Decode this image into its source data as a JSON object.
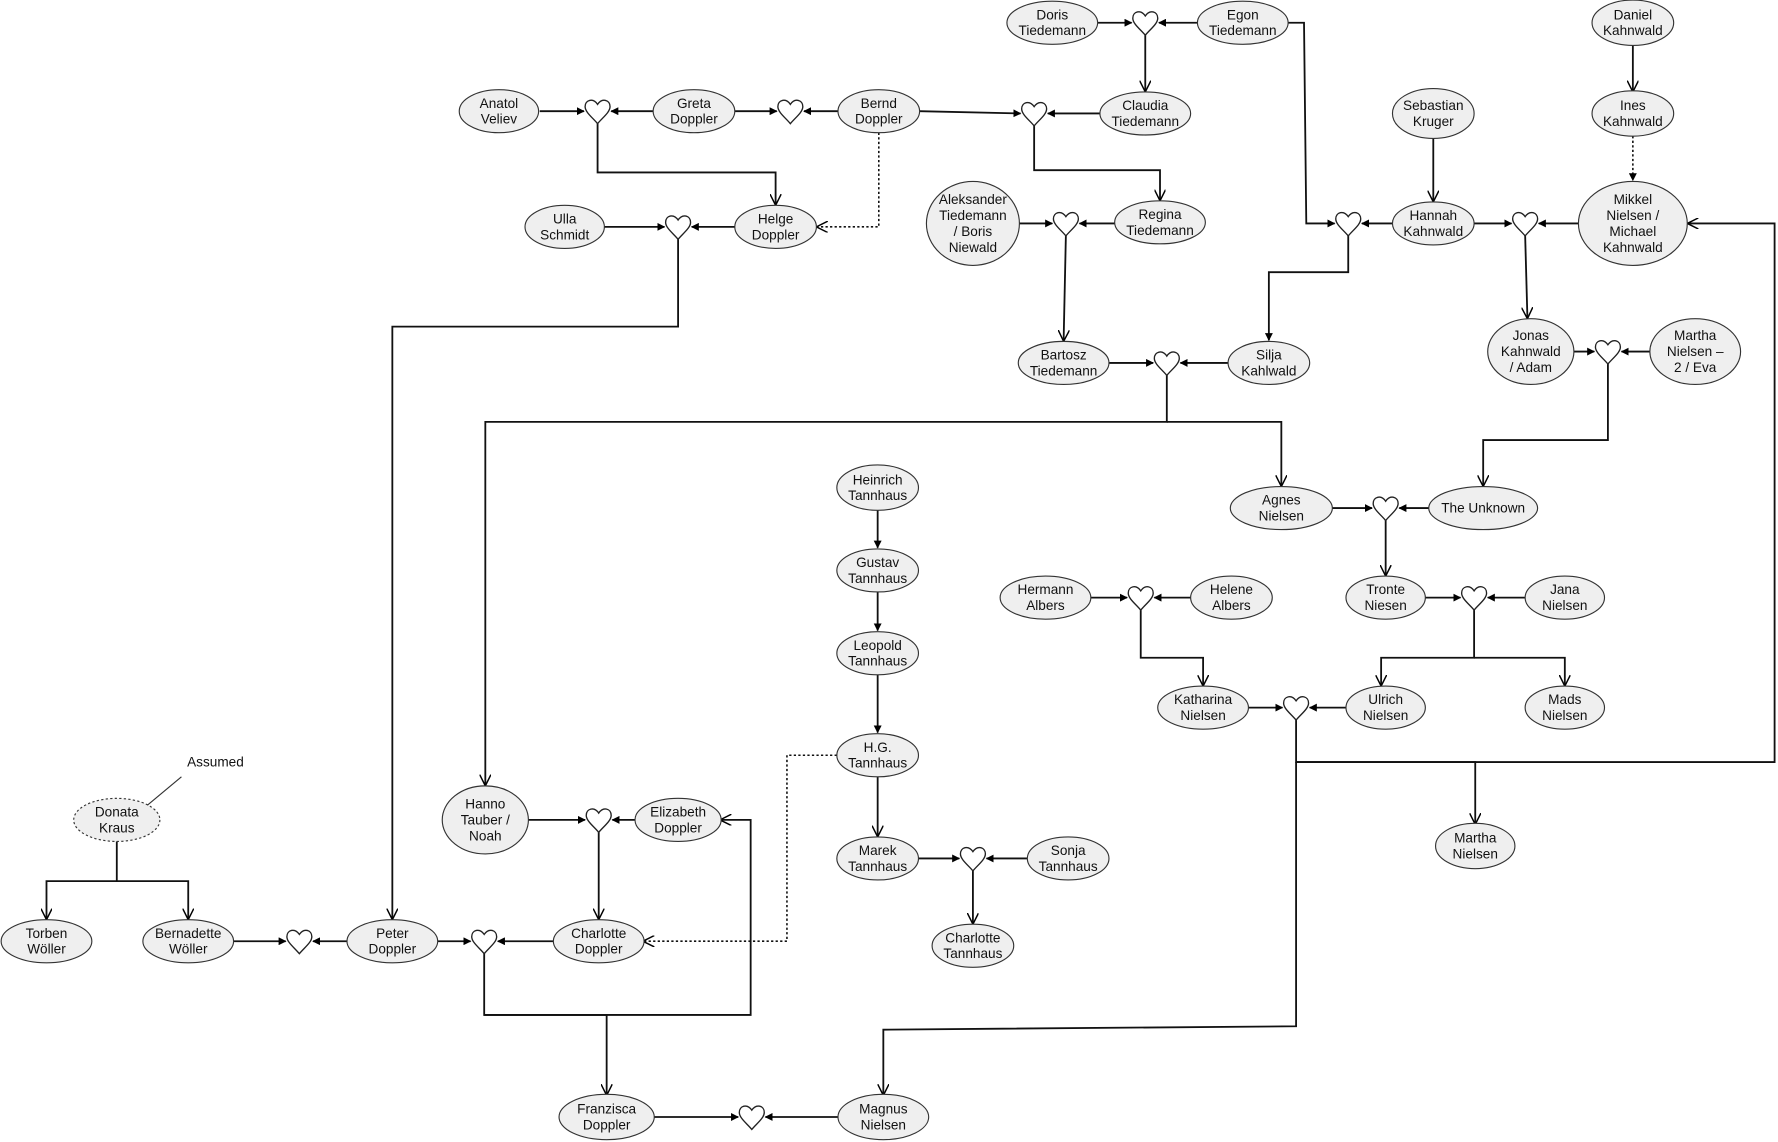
{
  "nodes": [
    {
      "id": "doris",
      "lines": [
        "Doris",
        "Tiedemann"
      ]
    },
    {
      "id": "egon",
      "lines": [
        "Egon",
        "Tiedemann"
      ]
    },
    {
      "id": "claudia",
      "lines": [
        "Claudia",
        "Tiedemann"
      ]
    },
    {
      "id": "anatol",
      "lines": [
        "Anatol",
        "Veliev"
      ]
    },
    {
      "id": "greta",
      "lines": [
        "Greta",
        "Doppler"
      ]
    },
    {
      "id": "bernd",
      "lines": [
        "Bernd",
        "Doppler"
      ]
    },
    {
      "id": "regina",
      "lines": [
        "Regina",
        "Tiedemann"
      ]
    },
    {
      "id": "aleksander",
      "lines": [
        "Aleksander",
        "Tiedemann",
        "/ Boris",
        "Niewald"
      ]
    },
    {
      "id": "ulla",
      "lines": [
        "Ulla",
        "Schmidt"
      ]
    },
    {
      "id": "helge",
      "lines": [
        "Helge",
        "Doppler"
      ]
    },
    {
      "id": "sebastian",
      "lines": [
        "Sebastian",
        "Kruger"
      ]
    },
    {
      "id": "hannah",
      "lines": [
        "Hannah",
        "Kahnwald"
      ]
    },
    {
      "id": "daniel",
      "lines": [
        "Daniel",
        "Kahnwald"
      ]
    },
    {
      "id": "ines",
      "lines": [
        "Ines",
        "Kahnwald"
      ]
    },
    {
      "id": "mikkel",
      "lines": [
        "Mikkel",
        "Nielsen /",
        "Michael",
        "Kahnwald"
      ]
    },
    {
      "id": "jonas",
      "lines": [
        "Jonas",
        "Kahnwald",
        "/ Adam"
      ]
    },
    {
      "id": "martha2",
      "lines": [
        "Martha",
        "Nielsen –",
        "2 / Eva"
      ]
    },
    {
      "id": "bartosz",
      "lines": [
        "Bartosz",
        "Tiedemann"
      ]
    },
    {
      "id": "silja",
      "lines": [
        "Silja",
        "Kahlwald"
      ]
    },
    {
      "id": "agnes",
      "lines": [
        "Agnes",
        "Nielsen"
      ]
    },
    {
      "id": "unknown",
      "lines": [
        "The Unknown"
      ]
    },
    {
      "id": "tronte",
      "lines": [
        "Tronte",
        "Niesen"
      ]
    },
    {
      "id": "jana",
      "lines": [
        "Jana",
        "Nielsen"
      ]
    },
    {
      "id": "hermann",
      "lines": [
        "Hermann",
        "Albers"
      ]
    },
    {
      "id": "helene",
      "lines": [
        "Helene",
        "Albers"
      ]
    },
    {
      "id": "katharina",
      "lines": [
        "Katharina",
        "Nielsen"
      ]
    },
    {
      "id": "ulrich",
      "lines": [
        "Ulrich",
        "Nielsen"
      ]
    },
    {
      "id": "mads",
      "lines": [
        "Mads",
        "Nielsen"
      ]
    },
    {
      "id": "martha",
      "lines": [
        "Martha",
        "Nielsen"
      ]
    },
    {
      "id": "heinrich",
      "lines": [
        "Heinrich",
        "Tannhaus"
      ]
    },
    {
      "id": "gustav",
      "lines": [
        "Gustav",
        "Tannhaus"
      ]
    },
    {
      "id": "leopold",
      "lines": [
        "Leopold",
        "Tannhaus"
      ]
    },
    {
      "id": "hg",
      "lines": [
        "H.G.",
        "Tannhaus"
      ]
    },
    {
      "id": "marek",
      "lines": [
        "Marek",
        "Tannhaus"
      ]
    },
    {
      "id": "sonja",
      "lines": [
        "Sonja",
        "Tannhaus"
      ]
    },
    {
      "id": "charlotteT",
      "lines": [
        "Charlotte",
        "Tannhaus"
      ]
    },
    {
      "id": "hanno",
      "lines": [
        "Hanno",
        "Tauber /",
        "Noah"
      ]
    },
    {
      "id": "elizabeth",
      "lines": [
        "Elizabeth",
        "Doppler"
      ]
    },
    {
      "id": "donata",
      "lines": [
        "Donata",
        "Kraus"
      ],
      "assumed": true
    },
    {
      "id": "torben",
      "lines": [
        "Torben",
        "Wöller"
      ]
    },
    {
      "id": "bernadette",
      "lines": [
        "Bernadette",
        "Wöller"
      ]
    },
    {
      "id": "peter",
      "lines": [
        "Peter",
        "Doppler"
      ]
    },
    {
      "id": "charlotteD",
      "lines": [
        "Charlotte",
        "Doppler"
      ]
    },
    {
      "id": "franzisca",
      "lines": [
        "Franzisca",
        "Doppler"
      ]
    },
    {
      "id": "magnus",
      "lines": [
        "Magnus",
        "Nielsen"
      ]
    }
  ],
  "annotation": {
    "text": "Assumed"
  }
}
